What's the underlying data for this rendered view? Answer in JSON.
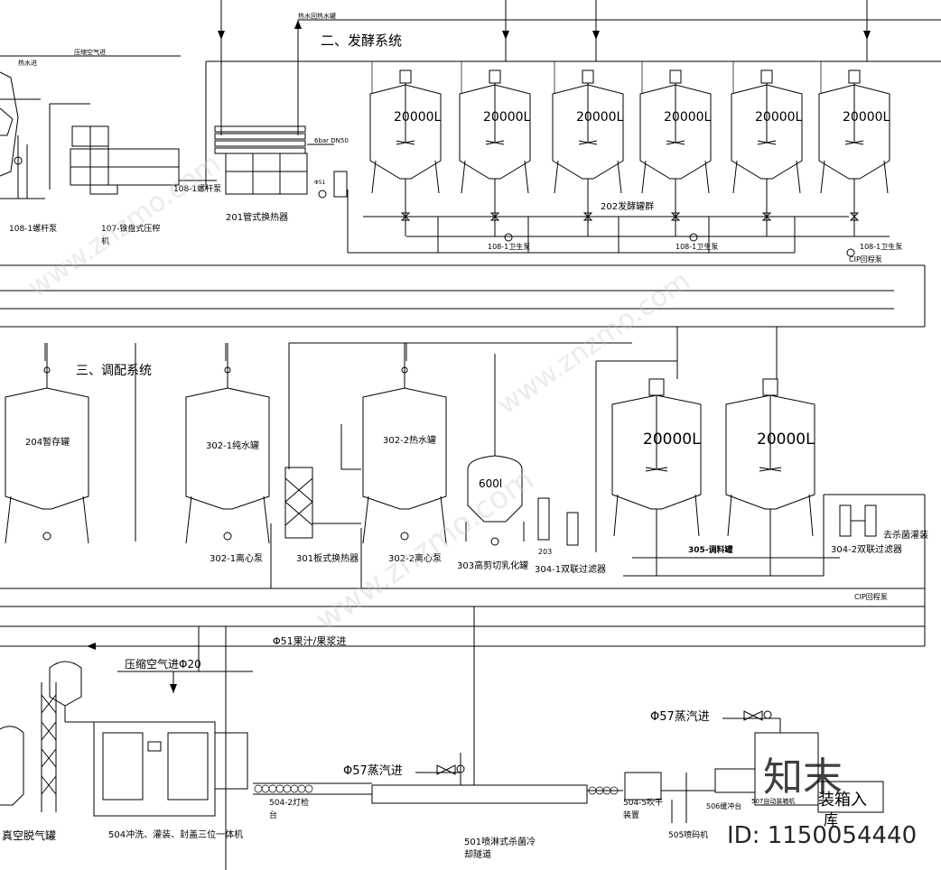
{
  "sections": {
    "fermentation": "二、发酵系统",
    "blending": "三、调配系统"
  },
  "top_labels": {
    "hot_water_in": "热水进",
    "compressed_air_in": "压缩空气进",
    "hot_water_return": "热水回热水罐",
    "steam_spec": "6bar DN50",
    "phi51": "Φ51"
  },
  "equipment": {
    "screw_pump": "108-1螺杆泵",
    "press": [
      "107-锥盘式压榨",
      "机"
    ],
    "screw_pump2": "108-1螺杆泵",
    "tube_hx": "201管式换热器",
    "ferment_group": "202发酵罐群",
    "sanitary_pump_a": "108-1卫生泵",
    "sanitary_pump_b": "108-1卫生泵",
    "sanitary_pump_c": "108-1卫生泵",
    "cip_return_1": "CIP回程泵",
    "temp_tank": "204暂存罐",
    "pure_tank": "302-1纯水罐",
    "hot_tank": "302-2热水罐",
    "pump_302_1": "302-1离心泵",
    "plate_hx": "301板式换热器",
    "pump_302_2": "302-2离心泵",
    "emulsify_tank": "303高剪切乳化罐",
    "emulsify_capacity": "600l",
    "num_203": "203",
    "dual_filter_1": "304-1双联过滤器",
    "blend_tank": "305-调料罐",
    "dual_filter_2": "304-2双联过滤器",
    "to_filler": "去杀菌灌装",
    "cip_return_2": "CIP回程泵",
    "juice_in": "Φ51果汁/果浆进",
    "air_in": "压缩空气进Φ20",
    "vac_tank": "真空脱气罐",
    "filler": "504冲洗、灌装、封盖三位一体机",
    "light_check": [
      "504-2灯检",
      "台"
    ],
    "steam_1": "Φ57蒸汽进",
    "tunnel": [
      "501喷淋式杀菌冷",
      "却隧道"
    ],
    "dryer": [
      "504-5吹干",
      "装置"
    ],
    "steam_2": "Φ57蒸汽进",
    "buffer": "506缓冲台",
    "packer": "507自动装箱机",
    "coder": "505喷码机",
    "boxing": [
      "装箱入",
      "库"
    ]
  },
  "tank_capacity": "20000L",
  "watermark": {
    "brand": "知末",
    "id": "ID: 1150054440",
    "site": "www.znzmo.com"
  }
}
